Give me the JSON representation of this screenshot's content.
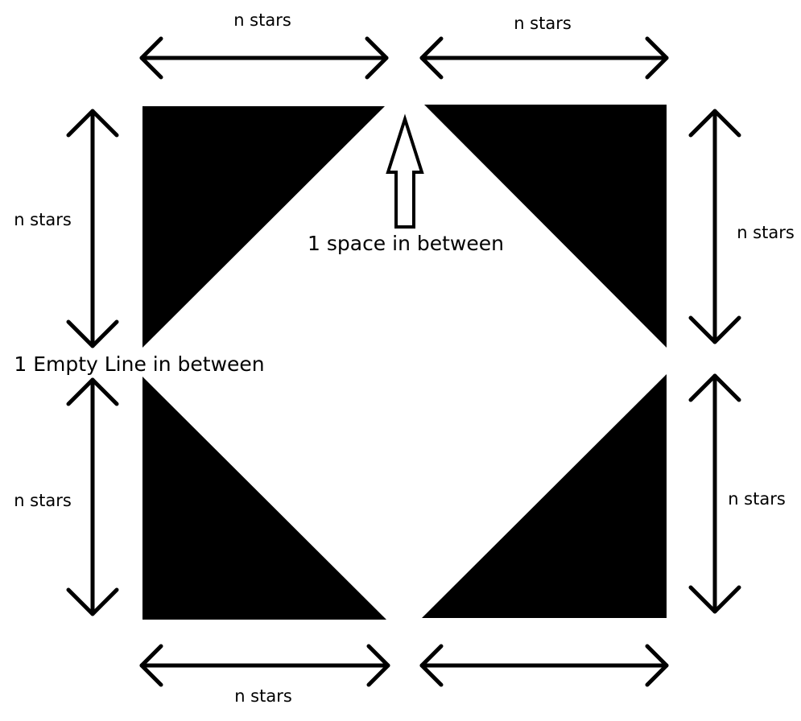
{
  "diagram": {
    "labels": {
      "top_left": "n stars",
      "top_right": "n stars",
      "left_upper": "n stars",
      "right_upper": "n stars",
      "left_lower": "n stars",
      "right_lower": "n stars",
      "bottom_left": "n stars",
      "space_note": "1 space in between",
      "line_note": "1 Empty Line in between"
    },
    "icons": {
      "horizontal_arrows": "double-headed-horizontal-arrow",
      "vertical_arrows": "double-headed-vertical-arrow",
      "pointer": "block-up-arrow",
      "shapes": "filled-right-triangle"
    },
    "colors": {
      "ink": "#000000",
      "background": "#ffffff"
    }
  }
}
